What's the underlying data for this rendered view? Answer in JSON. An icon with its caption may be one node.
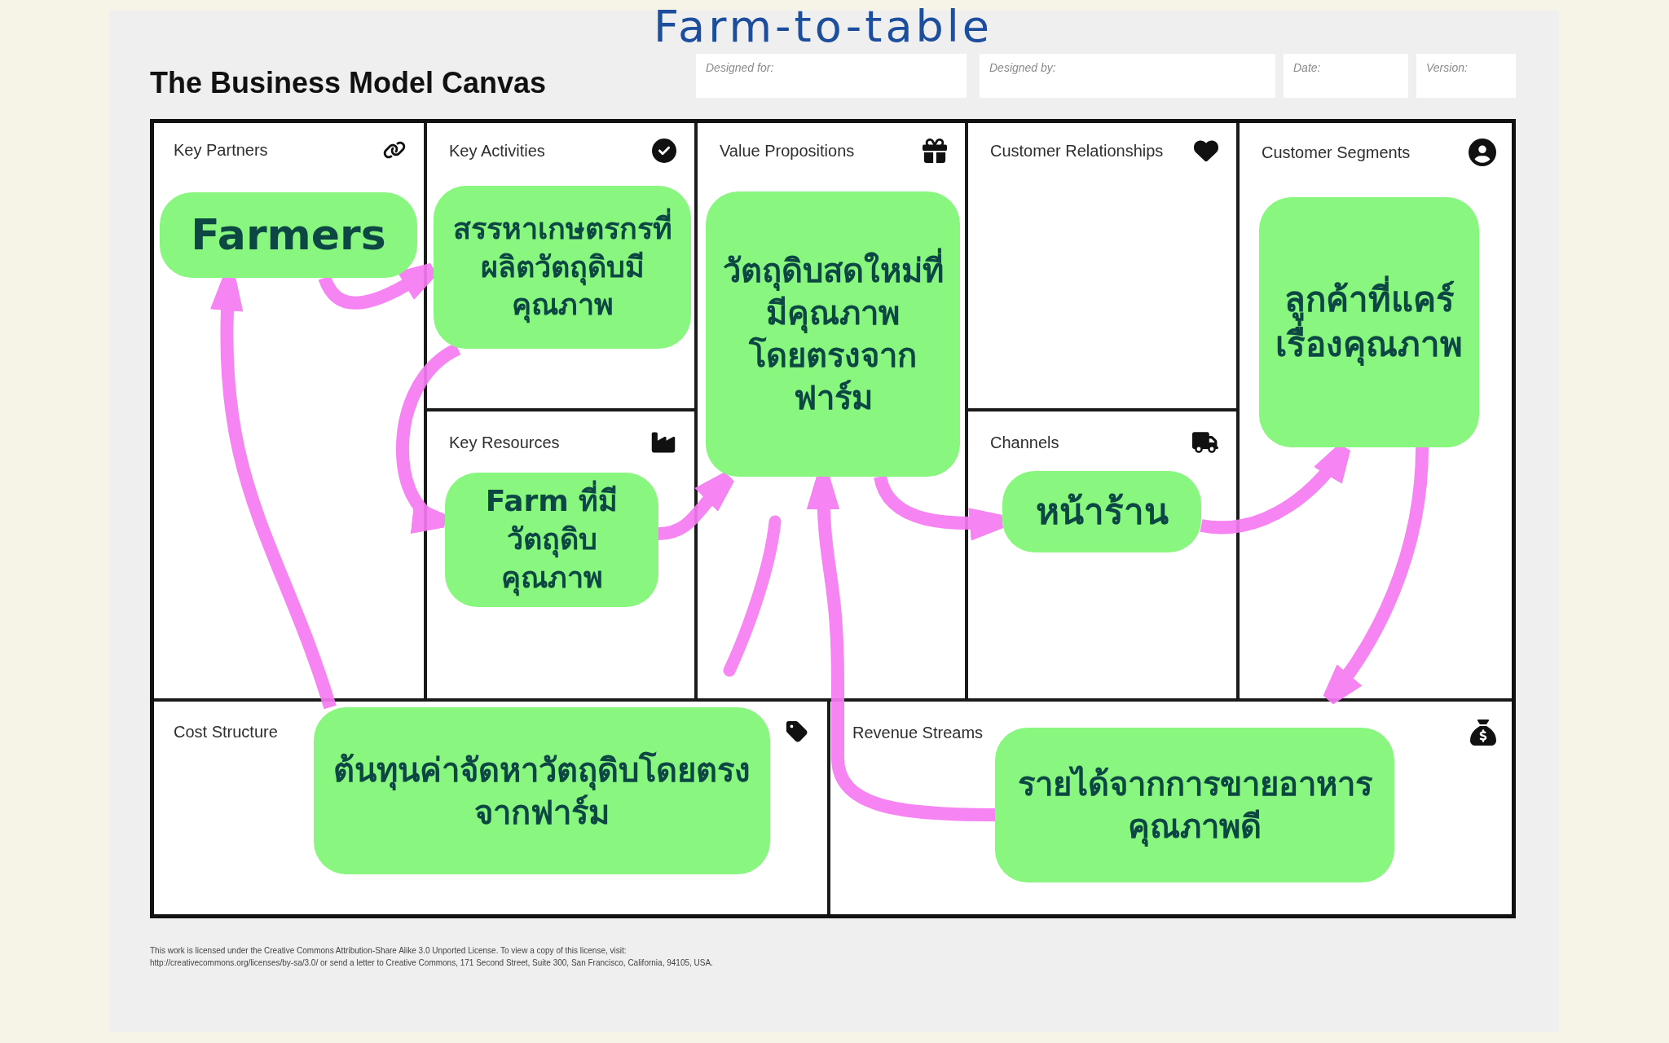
{
  "diagram": {
    "title": "Farm-to-table",
    "nodes": [
      {
        "text": [
          "Key Partners"
        ]
      },
      {
        "text": [
          "Farmers"
        ],
        "in": 0
      },
      {
        "text": [
          "Key Activities"
        ]
      },
      {
        "text": [
          "สรรหาเกษตรกรที่ผลิตวัตถุดิบมีคุณภาพ"
        ],
        "in": 2
      },
      {
        "text": [
          "Value Propositions"
        ]
      },
      {
        "text": [
          "วัตถุดิบสดใหม่ที่มีคุณภาพ โดยตรงจากฟาร์ม"
        ],
        "in": 4
      },
      {
        "text": [
          "Customer Relationships"
        ]
      },
      {
        "text": [
          "Customer Segments"
        ]
      },
      {
        "text": [
          "ลูกค้าที่แคร์เรื่องคุณภาพ"
        ],
        "in": 7
      },
      {
        "text": [
          "Key Resources"
        ]
      },
      {
        "text": [
          "Farm ที่มีวัตถุดิบคุณภาพ"
        ],
        "in": 9
      },
      {
        "text": [
          "Channels"
        ]
      },
      {
        "text": [
          "หน้าร้าน"
        ],
        "in": 11
      },
      {
        "text": [
          "Cost Structure"
        ]
      },
      {
        "text": [
          "ต้นทุนค่าจัดหาวัตถุดิบโดยตรงจากฟาร์ม"
        ],
        "in": 13
      },
      {
        "text": [
          "Revenue Streams"
        ]
      },
      {
        "text": [
          "รายได้จากการขายอาหารคุณภาพดี"
        ],
        "in": 15
      }
    ],
    "edges": [
      {
        "from": 1,
        "to": 3,
        "arrow": "to"
      },
      {
        "from": 3,
        "to": 10,
        "arrow": "to"
      },
      {
        "from": 10,
        "to": 5,
        "arrow": "to"
      },
      {
        "from": 5,
        "to": 12,
        "arrow": "to"
      },
      {
        "from": 12,
        "to": 8,
        "arrow": "to"
      },
      {
        "from": 8,
        "to": 15,
        "arrow": "to"
      },
      {
        "from": 16,
        "to": 5,
        "arrow": "to"
      },
      {
        "from": 14,
        "to": 1,
        "arrow": "to"
      }
    ],
    "labels": [
      "The Business Model Canvas",
      "Designed for:",
      "Designed by:",
      "Date:",
      "Version:",
      "This work is licensed under the Creative Commons Attribution-Share Alike 3.0 Unported License. To view a copy of this license, visit: http://creativecommons.org/licenses/by-sa/3.0/ or send a letter to Creative Commons, 171 Second Street, Suite 300, San Francisco, California, 94105, USA."
    ]
  }
}
